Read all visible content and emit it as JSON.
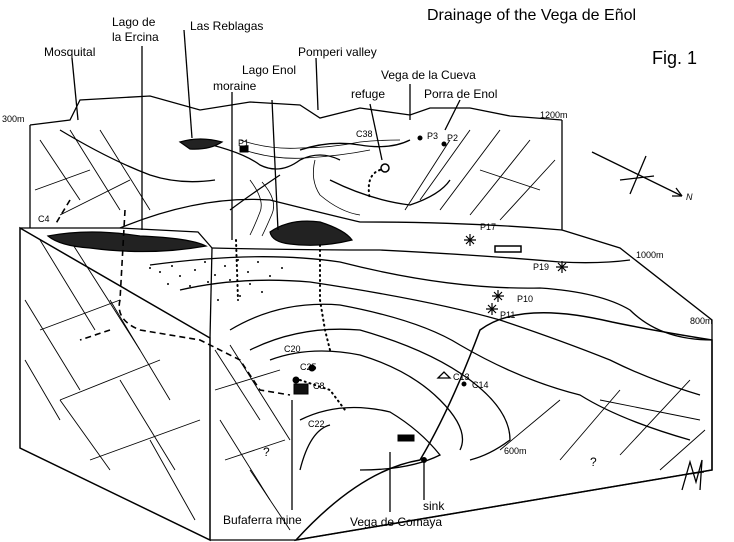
{
  "title": "Drainage of the Vega de Eñol",
  "figure_label": "Fig. 1",
  "signature_text": "MF",
  "colors": {
    "ink": "#000000",
    "paper": "#ffffff"
  },
  "labels": {
    "mosquital": "Mosquital",
    "lago_ercina_1": "Lago de",
    "lago_ercina_2": "la Ercina",
    "las_reblagas": "Las Reblagas",
    "pomperi_valley": "Pomperi valley",
    "vega_cueva": "Vega de la Cueva",
    "lago_enol": "Lago Enol",
    "moraine": "moraine",
    "refuge": "refuge",
    "porra_enol": "Porra de Enol",
    "bufaferra_mine": "Bufaferra mine",
    "vega_comaya": "Vega de Comaya",
    "sink": "sink",
    "question_1": "?",
    "question_2": "?"
  },
  "elevations": {
    "e300": "300m",
    "e1200": "1200m",
    "e1000": "1000m",
    "e800": "800m",
    "e600": "600m"
  },
  "points": {
    "p1": "P1",
    "p2": "P2",
    "p3": "P3",
    "p10": "P10",
    "p11": "P11",
    "p17": "P17",
    "p19": "P19",
    "c4": "C4",
    "c8": "C8",
    "c13": "C13",
    "c14": "C14",
    "c20": "C20",
    "c22": "C22",
    "c25": "C25",
    "c38": "C38"
  },
  "compass": {
    "north_label": "N"
  }
}
